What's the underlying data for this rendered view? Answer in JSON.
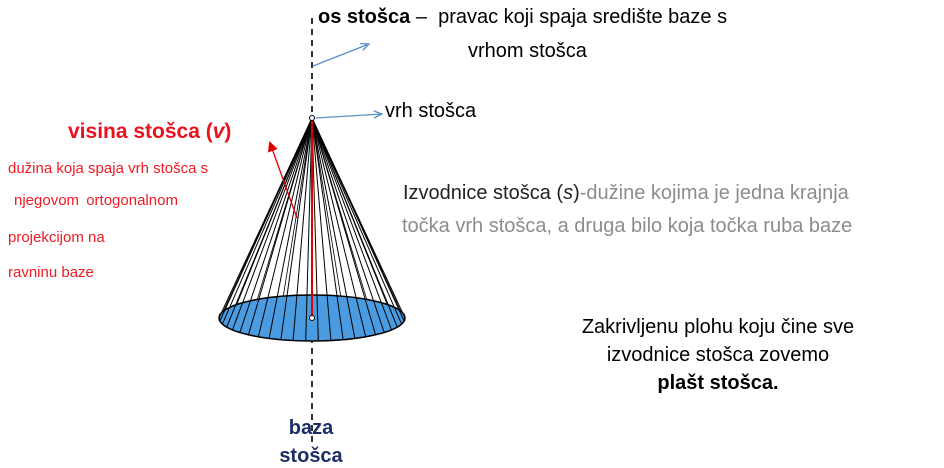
{
  "axis": {
    "term": "os stošca",
    "separator": " – ",
    "definition_line1": "pravac koji spaja središte baze s",
    "definition_line2": "vrhom stošca"
  },
  "apex_label": "vrh stošca",
  "height": {
    "title_prefix": "visina stošca (",
    "symbol": "v",
    "title_suffix": ")",
    "description_lines": [
      "dužina koja spaja vrh stošca s",
      "njegovom ortogonalnom",
      "projekcijom na",
      "ravninu baze"
    ]
  },
  "generatrices": {
    "term": "Izvodnice stošca (",
    "symbol": "s",
    "term_suffix": ")",
    "definition_line1": "-dužine kojima je jedna krajnja",
    "definition_line2": "točka vrh stošca, a druga bilo koja točka ruba baze"
  },
  "lateral_surface": {
    "line1": "Zakrivljenu plohu koju čine sve",
    "line2": "izvodnice stošca zovemo",
    "line3": "plašt stošca."
  },
  "base": {
    "line1": "baza",
    "line2": "stošca"
  },
  "colors": {
    "base_fill": "#4a9be0",
    "height_line": "#e00000",
    "arrow": "#5b8fc7",
    "label_red": "#e8121f",
    "label_gray": "#8c8c8c",
    "base_label": "#1c2e66"
  }
}
